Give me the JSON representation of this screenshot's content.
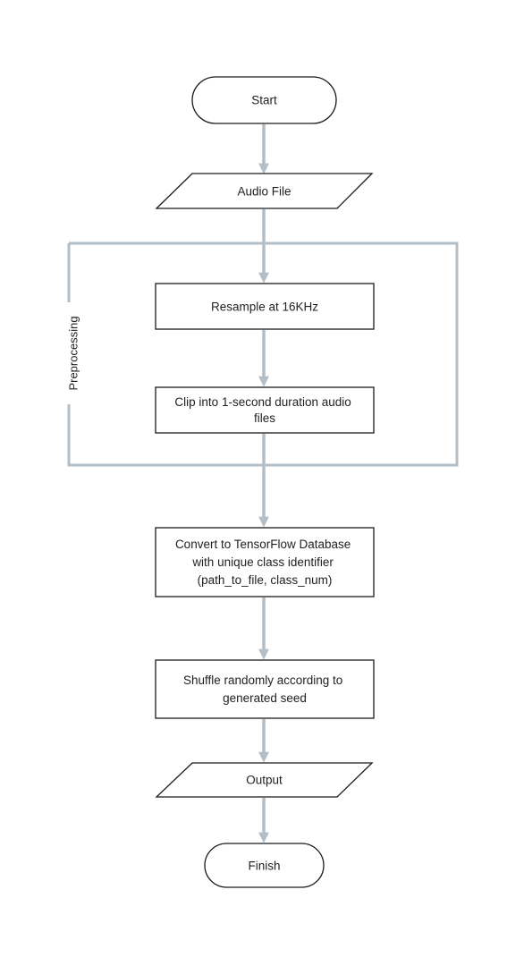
{
  "colors": {
    "connector": "#b3bec6",
    "node_stroke": "#1a1a1a",
    "node_fill": "#ffffff",
    "text": "#1f1f1f"
  },
  "flow": {
    "start": "Start",
    "audio_file": "Audio File",
    "resample": "Resample at 16KHz",
    "clip": [
      "Clip into 1-second duration audio",
      "files"
    ],
    "convert": [
      "Convert to TensorFlow Database",
      "with unique class identifier",
      "(path_to_file, class_num)"
    ],
    "shuffle": [
      "Shuffle randomly according to",
      "generated seed"
    ],
    "output": "Output",
    "finish": "Finish"
  },
  "group": {
    "label": "Preprocessing"
  }
}
